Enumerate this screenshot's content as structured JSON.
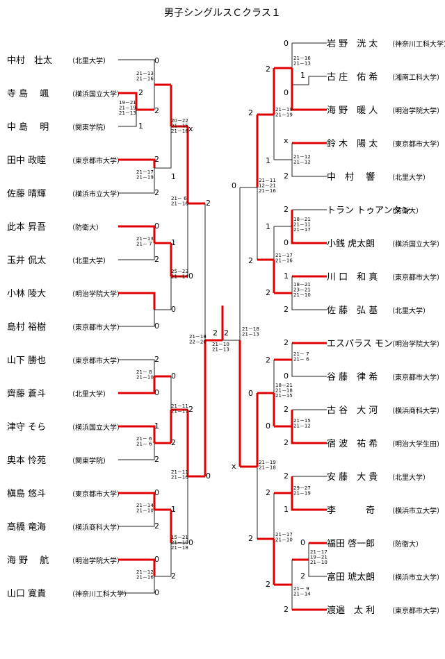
{
  "title": "男子シングルスＣクラス１",
  "left_players": [
    {
      "name": "中村　壮太",
      "aff": "（北里大学）"
    },
    {
      "name": "寺 島　 颯",
      "aff": "（横浜国立大学）"
    },
    {
      "name": "中 島　 明",
      "aff": "（関東学院）"
    },
    {
      "name": "田中 政睦",
      "aff": "（東京都市大学）"
    },
    {
      "name": "佐藤 晴輝",
      "aff": "（横浜市立大学）"
    },
    {
      "name": "此本 昇吾",
      "aff": "（防衛大）"
    },
    {
      "name": "玉井 侃太",
      "aff": "（北里大学）"
    },
    {
      "name": "小林 陵大",
      "aff": "（明治学院大学）"
    },
    {
      "name": "島村 裕樹",
      "aff": "（東京都市大学）"
    },
    {
      "name": "山下 勝也",
      "aff": "（東京都市大学）"
    },
    {
      "name": "齊藤 蒼斗",
      "aff": "（北里大学）"
    },
    {
      "name": "津守 そら",
      "aff": "（横浜国立大学）"
    },
    {
      "name": "奥本 怜苑",
      "aff": "（関東学院）"
    },
    {
      "name": "槇島 悠斗",
      "aff": "（東京都市大学）"
    },
    {
      "name": "高橋 竜海",
      "aff": "（横浜商科大学）"
    },
    {
      "name": "海 野　 航",
      "aff": "（明治学院大学）"
    },
    {
      "name": "山口 寛貴",
      "aff": "（神奈川工科大学）"
    }
  ],
  "right_players": [
    {
      "name": "岩 野　洸 太",
      "aff": "（神奈川工科大学）"
    },
    {
      "name": "古 庄　佑 希",
      "aff": "（湘南工科大学）"
    },
    {
      "name": "海 野　暖 人",
      "aff": "（明治学院大学）"
    },
    {
      "name": "鈴 木　陽 太",
      "aff": "（東京都市大学）"
    },
    {
      "name": "中　村　 響",
      "aff": "（北里大学）"
    },
    {
      "name": "トラン トゥアンタン",
      "aff": "（防衛大）"
    },
    {
      "name": "小銭 虎太朗",
      "aff": "（横浜国立大学）"
    },
    {
      "name": "川 口　和 真",
      "aff": "（東京都市大学）"
    },
    {
      "name": "佐 藤　弘 基",
      "aff": "（北里大学）"
    },
    {
      "name": "エスパラス モン",
      "aff": "（明治学院大学）"
    },
    {
      "name": "谷 藤　律 希",
      "aff": "（東京都市大学）"
    },
    {
      "name": "古 谷　大 河",
      "aff": "（横浜商科大学）"
    },
    {
      "name": "宿 波　祐 希",
      "aff": "（明治大学生田）"
    },
    {
      "name": "安 藤　大 貴",
      "aff": "（北里大学）"
    },
    {
      "name": "李　　　 奇",
      "aff": "（横浜市立大学）"
    },
    {
      "name": "福田 啓一郎",
      "aff": "（防衛大）"
    },
    {
      "name": "富田 琥太朗",
      "aff": "（横浜市立大学）"
    },
    {
      "name": "渡邉　太 利",
      "aff": "（東京都市大学）"
    }
  ],
  "results": [
    "0",
    "2",
    "2",
    "1",
    "2",
    "1",
    "2",
    "0",
    "1",
    "2",
    "0",
    "0",
    "x",
    "0",
    "2",
    "2",
    "0",
    "0",
    "2",
    "1",
    "2",
    "0",
    "1",
    "2",
    "0",
    "2",
    "0",
    "2",
    "0",
    "0",
    "2",
    "2",
    "0",
    "0",
    "x",
    "2",
    "2",
    "0",
    "1",
    "2",
    "1",
    "2",
    "2",
    "1",
    "2",
    "1",
    "2",
    "0",
    "2",
    "0",
    "2",
    "2",
    "2",
    "0",
    "0",
    "2",
    "1",
    "2",
    "0",
    "2",
    "2",
    "2",
    "2",
    "x"
  ],
  "set_scores": [
    "21－13\n21－16",
    "19－21\n21－19\n21－13",
    "20－22\n21－15\n21－16",
    "21－17\n21－19",
    "21－ 6\n21－16",
    "21－13\n21－ 7",
    "25－23\n21－14",
    "21－ 8\n21－10",
    "21－11\n21－17",
    "21－ 6\n21－ 6",
    "21－11\n21－16",
    "21－14\n21－10",
    "15－21\n21－10\n21－18",
    "21－12\n21－16",
    "21－18\n22－20",
    "21－10\n21－13",
    "21－18\n21－13",
    "21－16\n21－13",
    "21－19\n21－19",
    "21－12\n21－12",
    "21－11\n12－21\n21－16",
    "18－21\n21－11\n21－17",
    "21－17\n21－16",
    "18－21\n23－21\n21－10",
    "21－ 7\n21－ 6",
    "18－21\n21－18\n21－15",
    "21－15\n21－12",
    "21－19\n21－18",
    "29－27\n21－19",
    "21－17\n21－10",
    "21－17\n19－21\n21－10",
    "21－ 9\n21－14"
  ]
}
